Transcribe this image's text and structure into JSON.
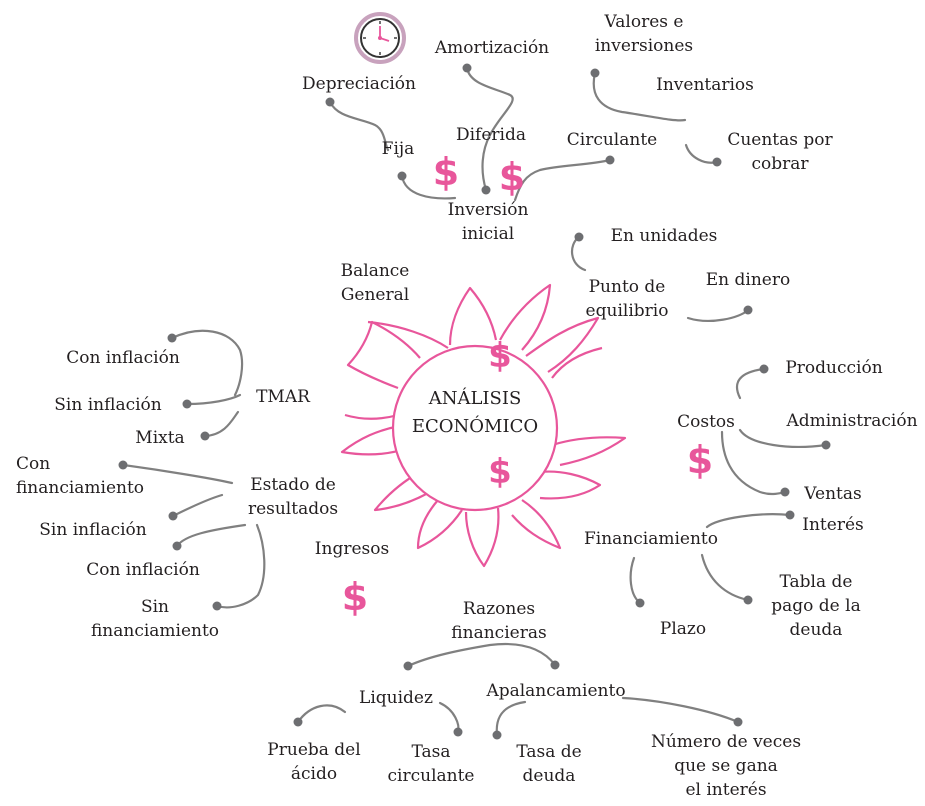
{
  "center": {
    "line1": "ANÁLISIS",
    "line2": "ECONÓMICO"
  },
  "colors": {
    "accent": "#e8569b",
    "connector": "#808080",
    "dot": "#6d6e71",
    "text": "#231f20"
  },
  "icons": [
    "dollar-icon",
    "clock-icon"
  ],
  "nodes": {
    "inversion_inicial": {
      "line1": "Inversión",
      "line2": "inicial"
    },
    "fija": "Fija",
    "depreciacion": "Depreciación",
    "diferida": "Diferida",
    "amortizacion": "Amortización",
    "circulante": "Circulante",
    "valores": {
      "line1": "Valores e",
      "line2": "inversiones"
    },
    "inventarios": "Inventarios",
    "cuentas": {
      "line1": "Cuentas por",
      "line2": "cobrar"
    },
    "balance": {
      "line1": "Balance",
      "line2": "General"
    },
    "punto": {
      "line1": "Punto de",
      "line2": "equilibrio"
    },
    "en_unidades": "En unidades",
    "en_dinero": "En dinero",
    "tmar": "TMAR",
    "tmar_con_inflacion": "Con inflación",
    "tmar_sin_inflacion": "Sin inflación",
    "mixta": "Mixta",
    "estado": {
      "line1": "Estado de",
      "line2": "resultados"
    },
    "con_financiamiento": {
      "line1": "Con",
      "line2": "financiamiento"
    },
    "er_sin_inflacion": "Sin inflación",
    "er_con_inflacion": "Con inflación",
    "sin_financiamiento": {
      "line1": "Sin",
      "line2": "financiamiento"
    },
    "costos": "Costos",
    "produccion": "Producción",
    "administracion": "Administración",
    "ventas": "Ventas",
    "financiamiento": "Financiamiento",
    "interes": "Interés",
    "plazo": "Plazo",
    "tabla": {
      "line1": "Tabla de",
      "line2": "pago de la",
      "line3": "deuda"
    },
    "ingresos": "Ingresos",
    "razones": {
      "line1": "Razones",
      "line2": "financieras"
    },
    "liquidez": "Liquidez",
    "apalancamiento": "Apalancamiento",
    "prueba": {
      "line1": "Prueba del",
      "line2": "ácido"
    },
    "tasa_circulante": {
      "line1": "Tasa",
      "line2": "circulante"
    },
    "tasa_deuda": {
      "line1": "Tasa de",
      "line2": "deuda"
    },
    "numero": {
      "line1": "Número de veces",
      "line2": "que se gana",
      "line3": "el interés"
    }
  }
}
